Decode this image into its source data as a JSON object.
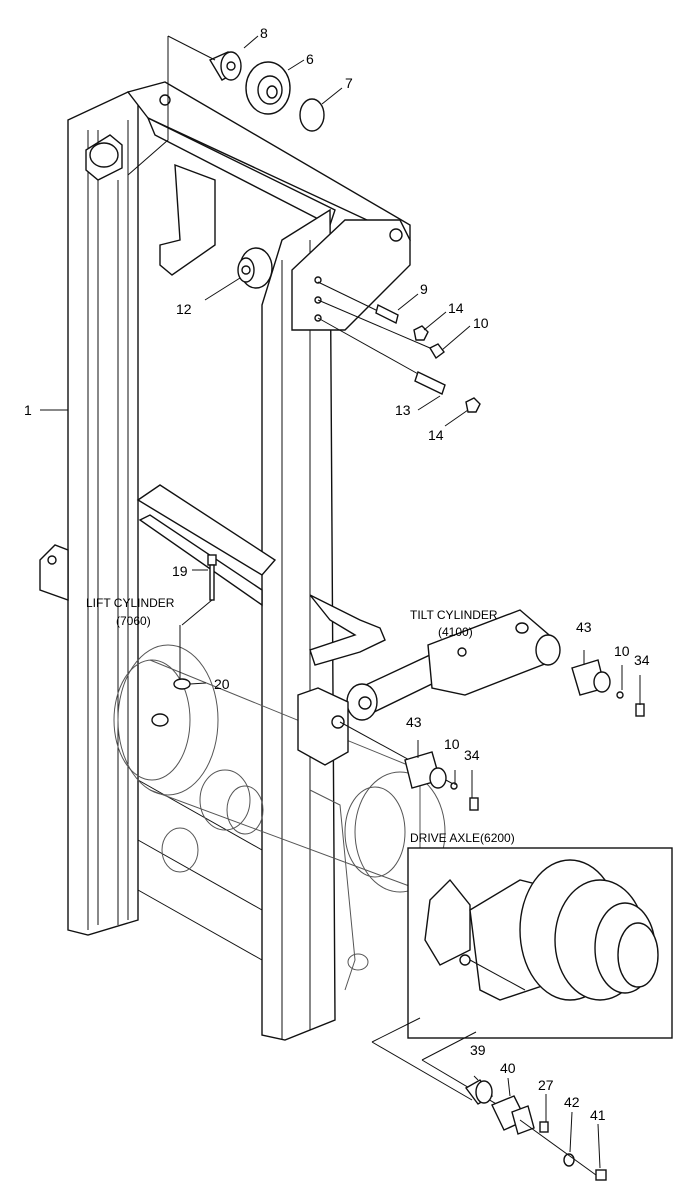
{
  "diagram": {
    "callouts": [
      {
        "id": "c8",
        "text": "8"
      },
      {
        "id": "c6",
        "text": "6"
      },
      {
        "id": "c7",
        "text": "7"
      },
      {
        "id": "c9",
        "text": "9"
      },
      {
        "id": "c14a",
        "text": "14"
      },
      {
        "id": "c10a",
        "text": "10"
      },
      {
        "id": "c12",
        "text": "12"
      },
      {
        "id": "c13",
        "text": "13"
      },
      {
        "id": "c14b",
        "text": "14"
      },
      {
        "id": "c1",
        "text": "1"
      },
      {
        "id": "c19",
        "text": "19"
      },
      {
        "id": "c20",
        "text": "20"
      },
      {
        "id": "c43a",
        "text": "43"
      },
      {
        "id": "c10b",
        "text": "10"
      },
      {
        "id": "c34a",
        "text": "34"
      },
      {
        "id": "c43b",
        "text": "43"
      },
      {
        "id": "c10c",
        "text": "10"
      },
      {
        "id": "c34b",
        "text": "34"
      },
      {
        "id": "c39",
        "text": "39"
      },
      {
        "id": "c40",
        "text": "40"
      },
      {
        "id": "c27",
        "text": "27"
      },
      {
        "id": "c42",
        "text": "42"
      },
      {
        "id": "c41",
        "text": "41"
      }
    ],
    "captions": {
      "lift_cylinder": "LIFT CYLINDER",
      "lift_cylinder_ref": "(7060)",
      "tilt_cylinder": "TILT CYLINDER",
      "tilt_cylinder_ref": "(4100)",
      "drive_axle": "DRIVE AXLE(6200)"
    }
  }
}
